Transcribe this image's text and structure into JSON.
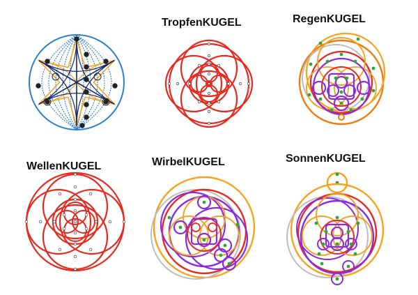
{
  "titles": {
    "tropfen": "TropfenKUGEL",
    "regen": "RegenKUGEL",
    "wellen": "WellenKUGEL",
    "wirbel": "WirbelKUGEL",
    "sonnen": "SonnenKUGEL"
  },
  "colors": {
    "red": "#e8281e",
    "orange": "#f7a21b",
    "darkorange": "#f07a10",
    "purple": "#8a2be2",
    "blue": "#2a7fd0",
    "navy": "#1b2a6b",
    "gray": "#bdbdbd",
    "green": "#2fa83a",
    "black": "#1a1a1a"
  }
}
